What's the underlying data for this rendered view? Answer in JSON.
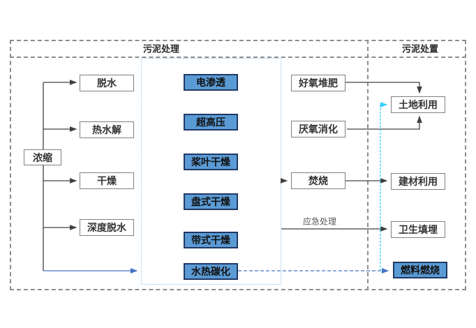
{
  "sections": {
    "treatment": {
      "title": "污泥处理"
    },
    "disposal": {
      "title": "污泥处置"
    }
  },
  "nodes": {
    "thickening": {
      "label": "浓缩"
    },
    "dewatering": {
      "label": "脱水"
    },
    "thermal_hydrolysis": {
      "label": "热水解"
    },
    "drying": {
      "label": "干燥"
    },
    "deep_dewatering": {
      "label": "深度脱水"
    },
    "electro_osmosis": {
      "label": "电渗透"
    },
    "ultra_high_pressure": {
      "label": "超高压"
    },
    "paddle_drying": {
      "label": "桨叶干燥"
    },
    "disc_drying": {
      "label": "盘式干燥"
    },
    "belt_drying": {
      "label": "带式干燥"
    },
    "hydrothermal_carbonization": {
      "label": "水热碳化"
    },
    "aerobic_composting": {
      "label": "好氧堆肥"
    },
    "anaerobic_digestion": {
      "label": "厌氧消化"
    },
    "incineration": {
      "label": "焚烧"
    },
    "land_use": {
      "label": "土地利用"
    },
    "building_material_use": {
      "label": "建材利用"
    },
    "sanitary_landfill": {
      "label": "卫生填埋"
    },
    "fuel_combustion": {
      "label": "燃料燃烧"
    }
  },
  "edge_labels": {
    "emergency": "应急处理"
  },
  "colors": {
    "highlight_fill": "#5B9BD5",
    "highlight_border": "#1F3864",
    "plain_fill": "#FFFFFF",
    "plain_border": "#808080",
    "outer_dash_border": "#8C8C8C",
    "inner_dotted_border": "#9DC3E6",
    "black_line": "#404040",
    "blue_line": "#4472C4",
    "cyan_line": "#33CCFF",
    "title_text": "#262626",
    "edge_label_text": "#595959"
  }
}
